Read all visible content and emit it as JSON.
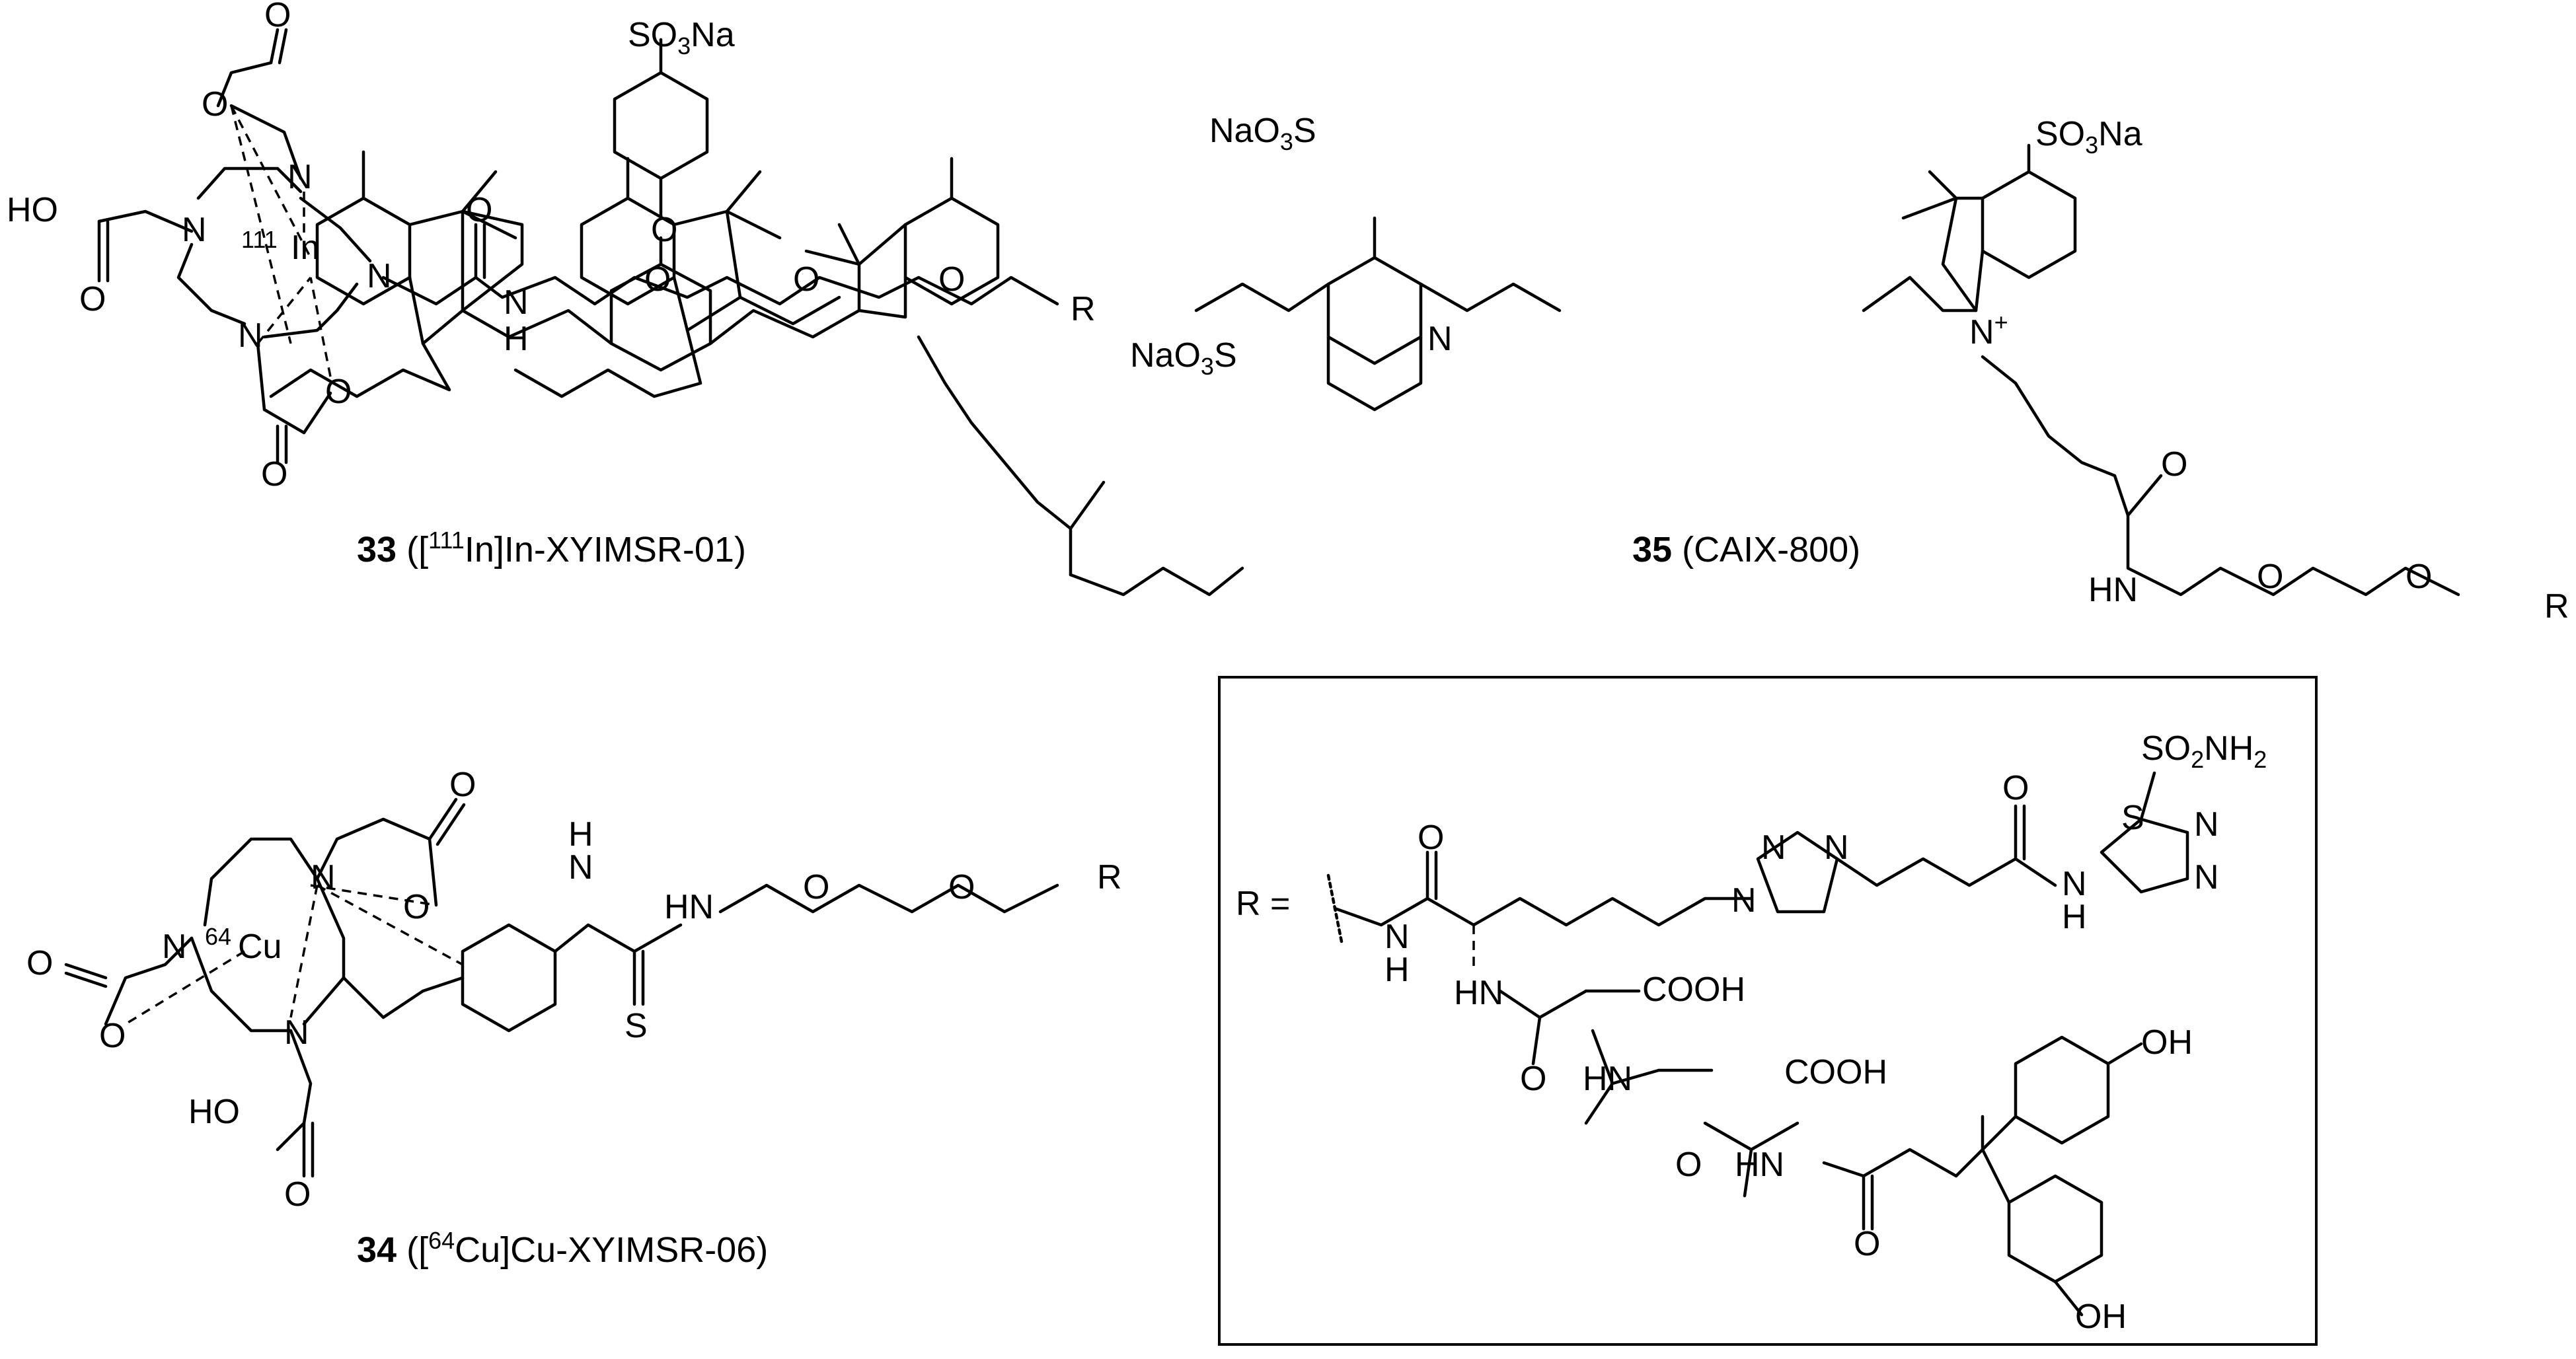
{
  "compounds": [
    {
      "number": "33",
      "name_pre": " ([",
      "iso": "111",
      "name_post": "In]In-XYIMSR-01)",
      "metal_iso": "111",
      "metal": "In"
    },
    {
      "number": "34",
      "name_pre": " ([",
      "iso": "64",
      "name_post": "Cu]Cu-XYIMSR-06)",
      "metal_iso": "64",
      "metal": "Cu"
    },
    {
      "number": "35",
      "name": " (CAIX-800)"
    }
  ],
  "atoms": {
    "HO": "HO",
    "O": "O",
    "N": "N",
    "H": "H",
    "R": "R",
    "S": "S",
    "NH": "NH",
    "HN": "HN",
    "OH": "OH",
    "COOH": "COOH",
    "N_plus": "N",
    "plus": "+",
    "SO3Na_a": "SO",
    "SO3Na_3": "3",
    "SO3Na_b": "Na",
    "NaO3S_a": "NaO",
    "NaO3S_3": "3",
    "NaO3S_b": "S",
    "SO2NH2_a": "SO",
    "SO2NH2_2": "2",
    "SO2NH2_b": "NH",
    "SO2NH2_c": "2"
  },
  "r_group": {
    "label": "R ="
  }
}
